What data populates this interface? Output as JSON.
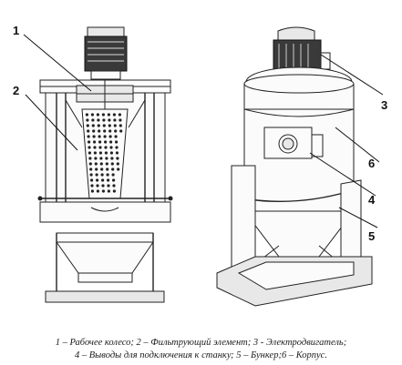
{
  "labels": {
    "l1": "1",
    "l2": "2",
    "l3": "3",
    "l4": "4",
    "l5": "5",
    "l6": "6"
  },
  "caption": {
    "line1": "1 – Рабочее колесо; 2 – Фильтрующий элемент; 3 - Электродвигатель;",
    "line2": "4 – Выводы для подключения к станку; 5 – Бункер;6 – Корпус."
  }
}
